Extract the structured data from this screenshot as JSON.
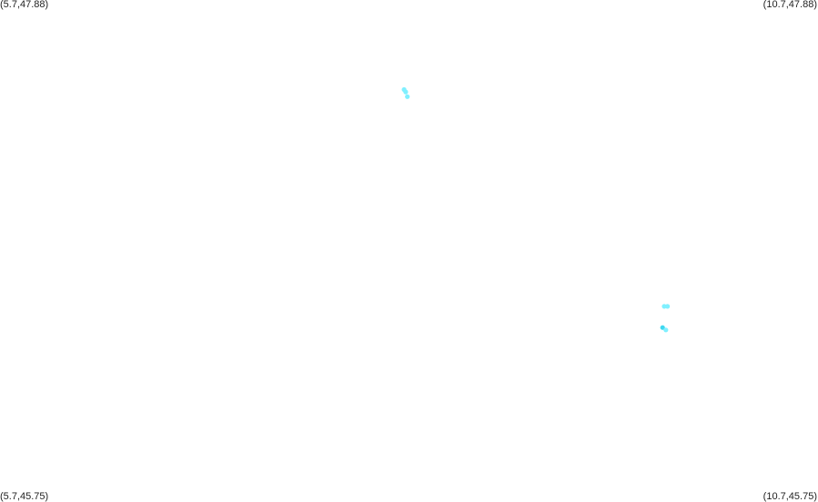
{
  "map": {
    "corner_labels": {
      "top_left": "(5.7,47.88)",
      "top_right": "(10.7,47.88)",
      "bottom_left": "(5.7,45.75)",
      "bottom_right": "(10.7,45.75)"
    },
    "extent": {
      "lon_min": 5.7,
      "lon_max": 10.7,
      "lat_min": 45.75,
      "lat_max": 47.88
    },
    "point_color": "#80f0ff",
    "point_color_dark": "#40d8f0",
    "points": [
      {
        "lon": 8.17,
        "lat": 47.5
      },
      {
        "lon": 8.18,
        "lat": 47.49
      },
      {
        "lon": 8.19,
        "lat": 47.47
      },
      {
        "lon": 9.76,
        "lat": 46.58
      },
      {
        "lon": 9.78,
        "lat": 46.58
      },
      {
        "lon": 9.75,
        "lat": 46.49
      },
      {
        "lon": 9.77,
        "lat": 46.48
      }
    ]
  }
}
